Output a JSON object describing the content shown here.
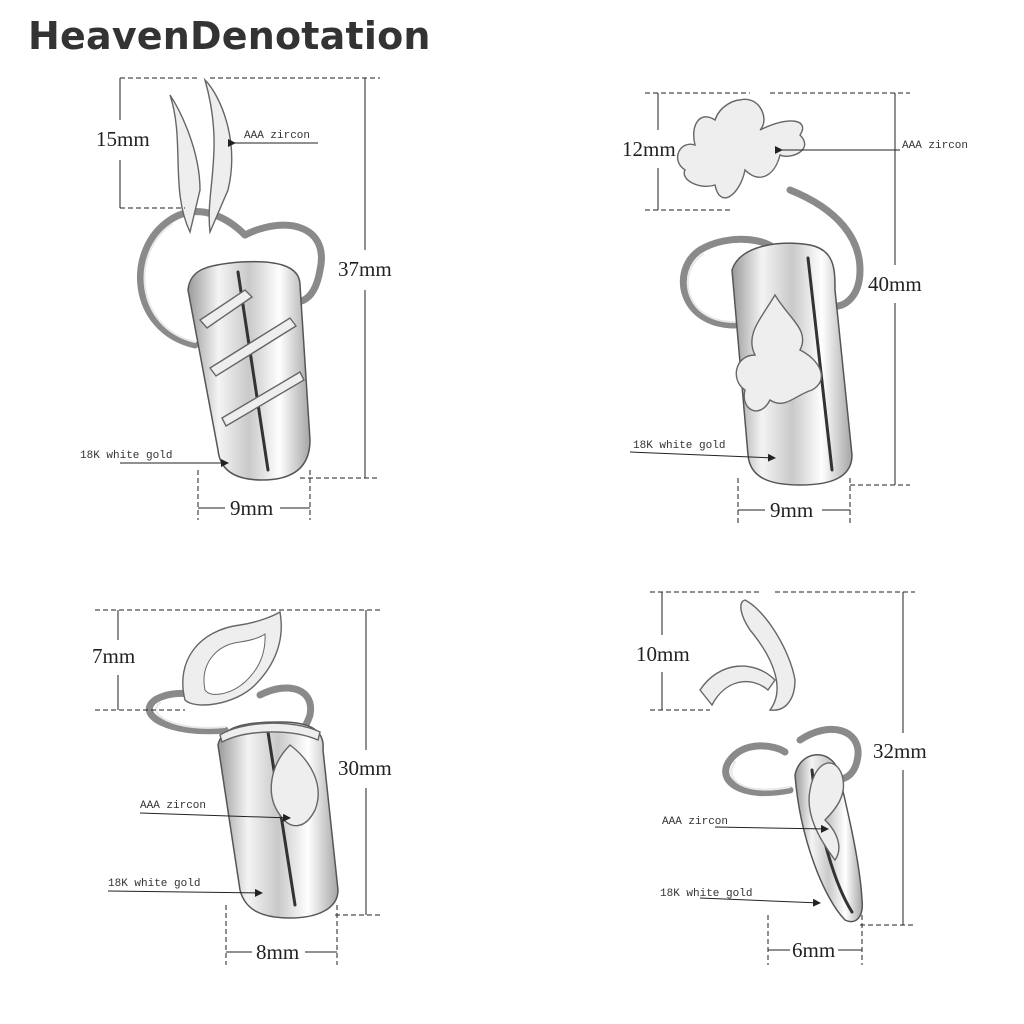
{
  "brand": "HeavenDenotation",
  "rings": [
    {
      "top_size": "15mm",
      "height": "37mm",
      "width": "9mm",
      "zircon_label": "AAA zircon",
      "gold_label": "18K white gold"
    },
    {
      "top_size": "12mm",
      "height": "40mm",
      "width": "9mm",
      "zircon_label": "AAA zircon",
      "gold_label": "18K white gold"
    },
    {
      "top_size": "7mm",
      "height": "30mm",
      "width": "8mm",
      "zircon_label": "AAA zircon",
      "gold_label": "18K white gold"
    },
    {
      "top_size": "10mm",
      "height": "32mm",
      "width": "6mm",
      "zircon_label": "AAA zircon",
      "gold_label": "18K white gold"
    }
  ]
}
